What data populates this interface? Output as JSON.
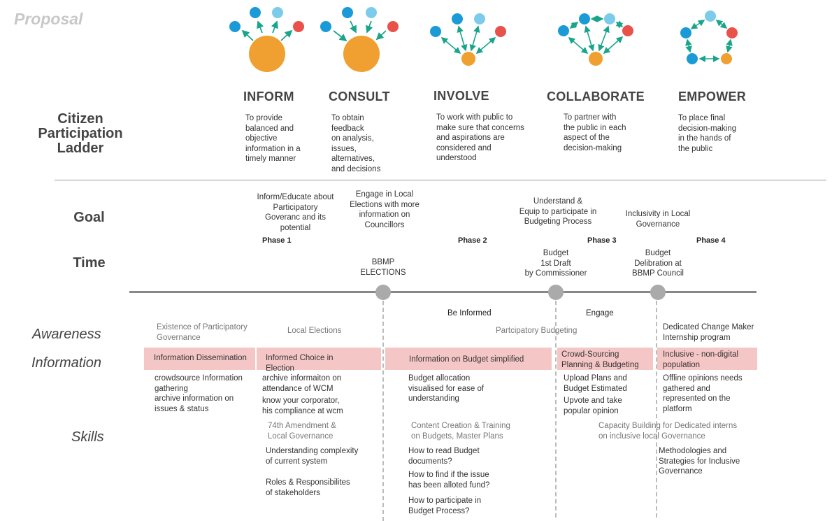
{
  "watermark": "Proposal",
  "row_labels": {
    "ladder": "Citizen\nParticipation\nLadder",
    "goal": "Goal",
    "time": "Time",
    "awareness": "Awareness",
    "information": "Information",
    "skills": "Skills"
  },
  "ladder": [
    {
      "title": "INFORM",
      "desc": "To provide\nbalanced and\nobjective\ninformation in a\ntimely manner"
    },
    {
      "title": "CONSULT",
      "desc": "To obtain\nfeedback\non analysis,\nissues,\nalternatives,\nand decisions"
    },
    {
      "title": "INVOLVE",
      "desc": "To work with public to\nmake sure that concerns\nand aspirations are\nconsidered and\nunderstood"
    },
    {
      "title": "COLLABORATE",
      "desc": "To partner with\nthe public in each\naspect of the\ndecision-making"
    },
    {
      "title": "EMPOWER",
      "desc": "To place final\ndecision-making\nin the hands of\nthe public"
    }
  ],
  "colors": {
    "orange": "#f0a030",
    "blue": "#1a9ad6",
    "lightblue": "#7dcbea",
    "red": "#e8524a",
    "arrow": "#1aa58a",
    "band": "#f5c6c6",
    "timeline": "#888888"
  },
  "goals": [
    "Inform/Educate about\nParticipatory\nGoveranc and its\npotential",
    "Engage in Local\nElections with more\ninformation on\nCouncillors",
    "Understand &\nEquip to participate in\nBudgeting Process",
    "Inclusivity in Local\nGovernance"
  ],
  "phases": [
    "Phase 1",
    "Phase 2",
    "Phase 3",
    "Phase 4"
  ],
  "time_events": [
    "BBMP\nELECTIONS",
    "Budget\n1st Draft\nby Commissioner",
    "Budget\nDelibration at\nBBMP Council"
  ],
  "stage_labels": [
    "Be Informed",
    "Engage"
  ],
  "awareness": [
    "Existence of Participatory\nGovernance",
    "Local Elections",
    "Partcipatory Budgeting",
    "Dedicated Change Maker\nInternship program"
  ],
  "information": [
    "Information Dissemination",
    "Informed Choice in\nElection",
    "Information on Budget simplified",
    "Crowd-Sourcing\nPlanning & Budgeting",
    "Inclusive - non-digital\npopulation"
  ],
  "info_details": {
    "c1": "crowdsource Information\ngathering\narchive information on\nissues & status",
    "c2a": "archive informaiton on\nattendance of WCM",
    "c2b": "know your corporator,\nhis compliance at wcm",
    "c3": "Budget allocation\nvisualised for ease of\nunderstanding",
    "c4a": "Upload Plans and\nBudget Estimated",
    "c4b": "Upvote and take\npopular opinion",
    "c5": "Offline opinions needs\ngathered and\nrepresented on the\nplatform"
  },
  "skills": {
    "h1": "74th Amendment &\nLocal Governance",
    "h2": "Content Creation & Training\non Budgets, Master Plans",
    "h3": "Capacity Building for Dedicated interns\non  inclusive local Governance",
    "s1": "Understanding complexity\nof current system",
    "s2": "Roles & Responsibilites\nof stakeholders",
    "s3": "How to read Budget\ndocuments?",
    "s4": "How to find if the issue\nhas been alloted fund?",
    "s5": "How to participate in\nBudget Process?",
    "s6": "Methodologies and\nStrategies for Inclusive\nGovernance"
  }
}
